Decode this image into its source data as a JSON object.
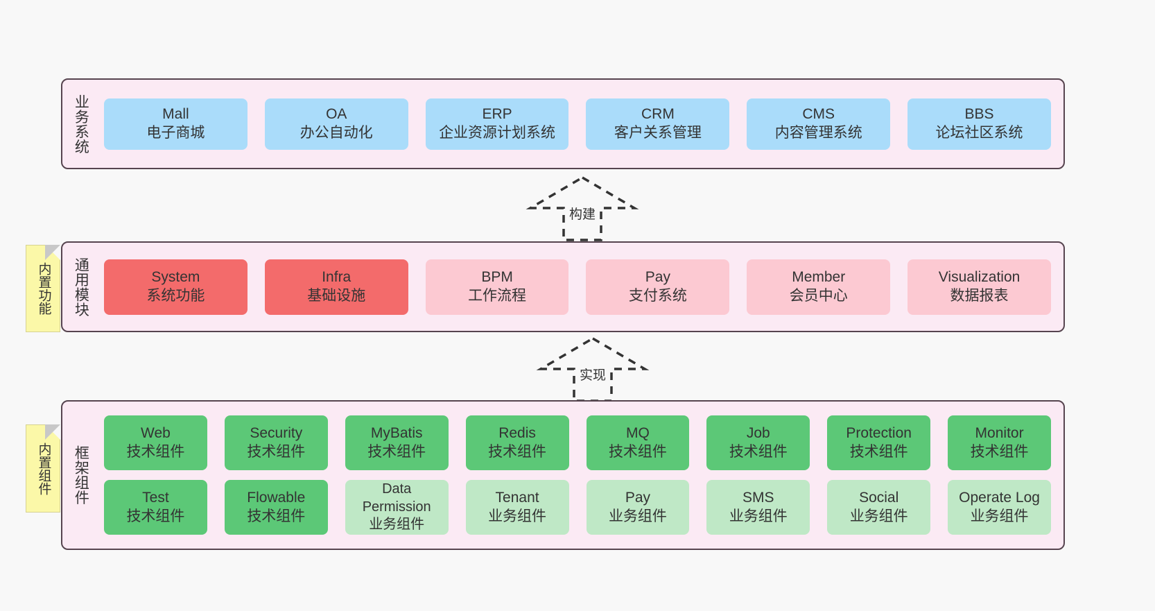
{
  "diagram": {
    "background_color": "#f8f8f8",
    "band_fill": "#fbeaf4",
    "band_border": "#56444f"
  },
  "notes": [
    {
      "name": "builtin-function",
      "text": "内置功能",
      "color": "#fbf8a8"
    },
    {
      "name": "builtin-component",
      "text": "内置组件",
      "color": "#fbf8a8"
    }
  ],
  "arrows": [
    {
      "name": "build",
      "label": "构建",
      "style": "dashed-hollow-triangle"
    },
    {
      "name": "realize",
      "label": "实现",
      "style": "dashed-hollow-triangle"
    }
  ],
  "bands": [
    {
      "id": "business",
      "title": "业务系统",
      "rows": [
        {
          "nodes": [
            {
              "lines": [
                "Mall",
                "电子商城"
              ],
              "color": "#aadcfa"
            },
            {
              "lines": [
                "OA",
                "办公自动化"
              ],
              "color": "#aadcfa"
            },
            {
              "lines": [
                "ERP",
                "企业资源计划系统"
              ],
              "color": "#aadcfa"
            },
            {
              "lines": [
                "CRM",
                "客户关系管理"
              ],
              "color": "#aadcfa"
            },
            {
              "lines": [
                "CMS",
                "内容管理系统"
              ],
              "color": "#aadcfa"
            },
            {
              "lines": [
                "BBS",
                "论坛社区系统"
              ],
              "color": "#aadcfa"
            }
          ]
        }
      ]
    },
    {
      "id": "common",
      "title": "通用模块",
      "rows": [
        {
          "nodes": [
            {
              "lines": [
                "System",
                "系统功能"
              ],
              "color": "#f36b6b"
            },
            {
              "lines": [
                "Infra",
                "基础设施"
              ],
              "color": "#f36b6b"
            },
            {
              "lines": [
                "BPM",
                "工作流程"
              ],
              "color": "#fcc9d2"
            },
            {
              "lines": [
                "Pay",
                "支付系统"
              ],
              "color": "#fcc9d2"
            },
            {
              "lines": [
                "Member",
                "会员中心"
              ],
              "color": "#fcc9d2"
            },
            {
              "lines": [
                "Visualization",
                "数据报表"
              ],
              "color": "#fcc9d2"
            }
          ]
        }
      ]
    },
    {
      "id": "framework",
      "title": "框架组件",
      "rows": [
        {
          "nodes": [
            {
              "lines": [
                "Web",
                "技术组件"
              ],
              "color": "#5cc877"
            },
            {
              "lines": [
                "Security",
                "技术组件"
              ],
              "color": "#5cc877"
            },
            {
              "lines": [
                "MyBatis",
                "技术组件"
              ],
              "color": "#5cc877"
            },
            {
              "lines": [
                "Redis",
                "技术组件"
              ],
              "color": "#5cc877"
            },
            {
              "lines": [
                "MQ",
                "技术组件"
              ],
              "color": "#5cc877"
            },
            {
              "lines": [
                "Job",
                "技术组件"
              ],
              "color": "#5cc877"
            },
            {
              "lines": [
                "Protection",
                "技术组件"
              ],
              "color": "#5cc877"
            },
            {
              "lines": [
                "Monitor",
                "技术组件"
              ],
              "color": "#5cc877"
            }
          ]
        },
        {
          "nodes": [
            {
              "lines": [
                "Test",
                "技术组件"
              ],
              "color": "#5cc877"
            },
            {
              "lines": [
                "Flowable",
                "技术组件"
              ],
              "color": "#5cc877"
            },
            {
              "lines": [
                "Data",
                "Permission",
                "业务组件"
              ],
              "color": "#bfe8c6"
            },
            {
              "lines": [
                "Tenant",
                "业务组件"
              ],
              "color": "#bfe8c6"
            },
            {
              "lines": [
                "Pay",
                "业务组件"
              ],
              "color": "#bfe8c6"
            },
            {
              "lines": [
                "SMS",
                "业务组件"
              ],
              "color": "#bfe8c6"
            },
            {
              "lines": [
                "Social",
                "业务组件"
              ],
              "color": "#bfe8c6"
            },
            {
              "lines": [
                "Operate Log",
                "业务组件"
              ],
              "color": "#bfe8c6"
            }
          ]
        }
      ]
    }
  ]
}
